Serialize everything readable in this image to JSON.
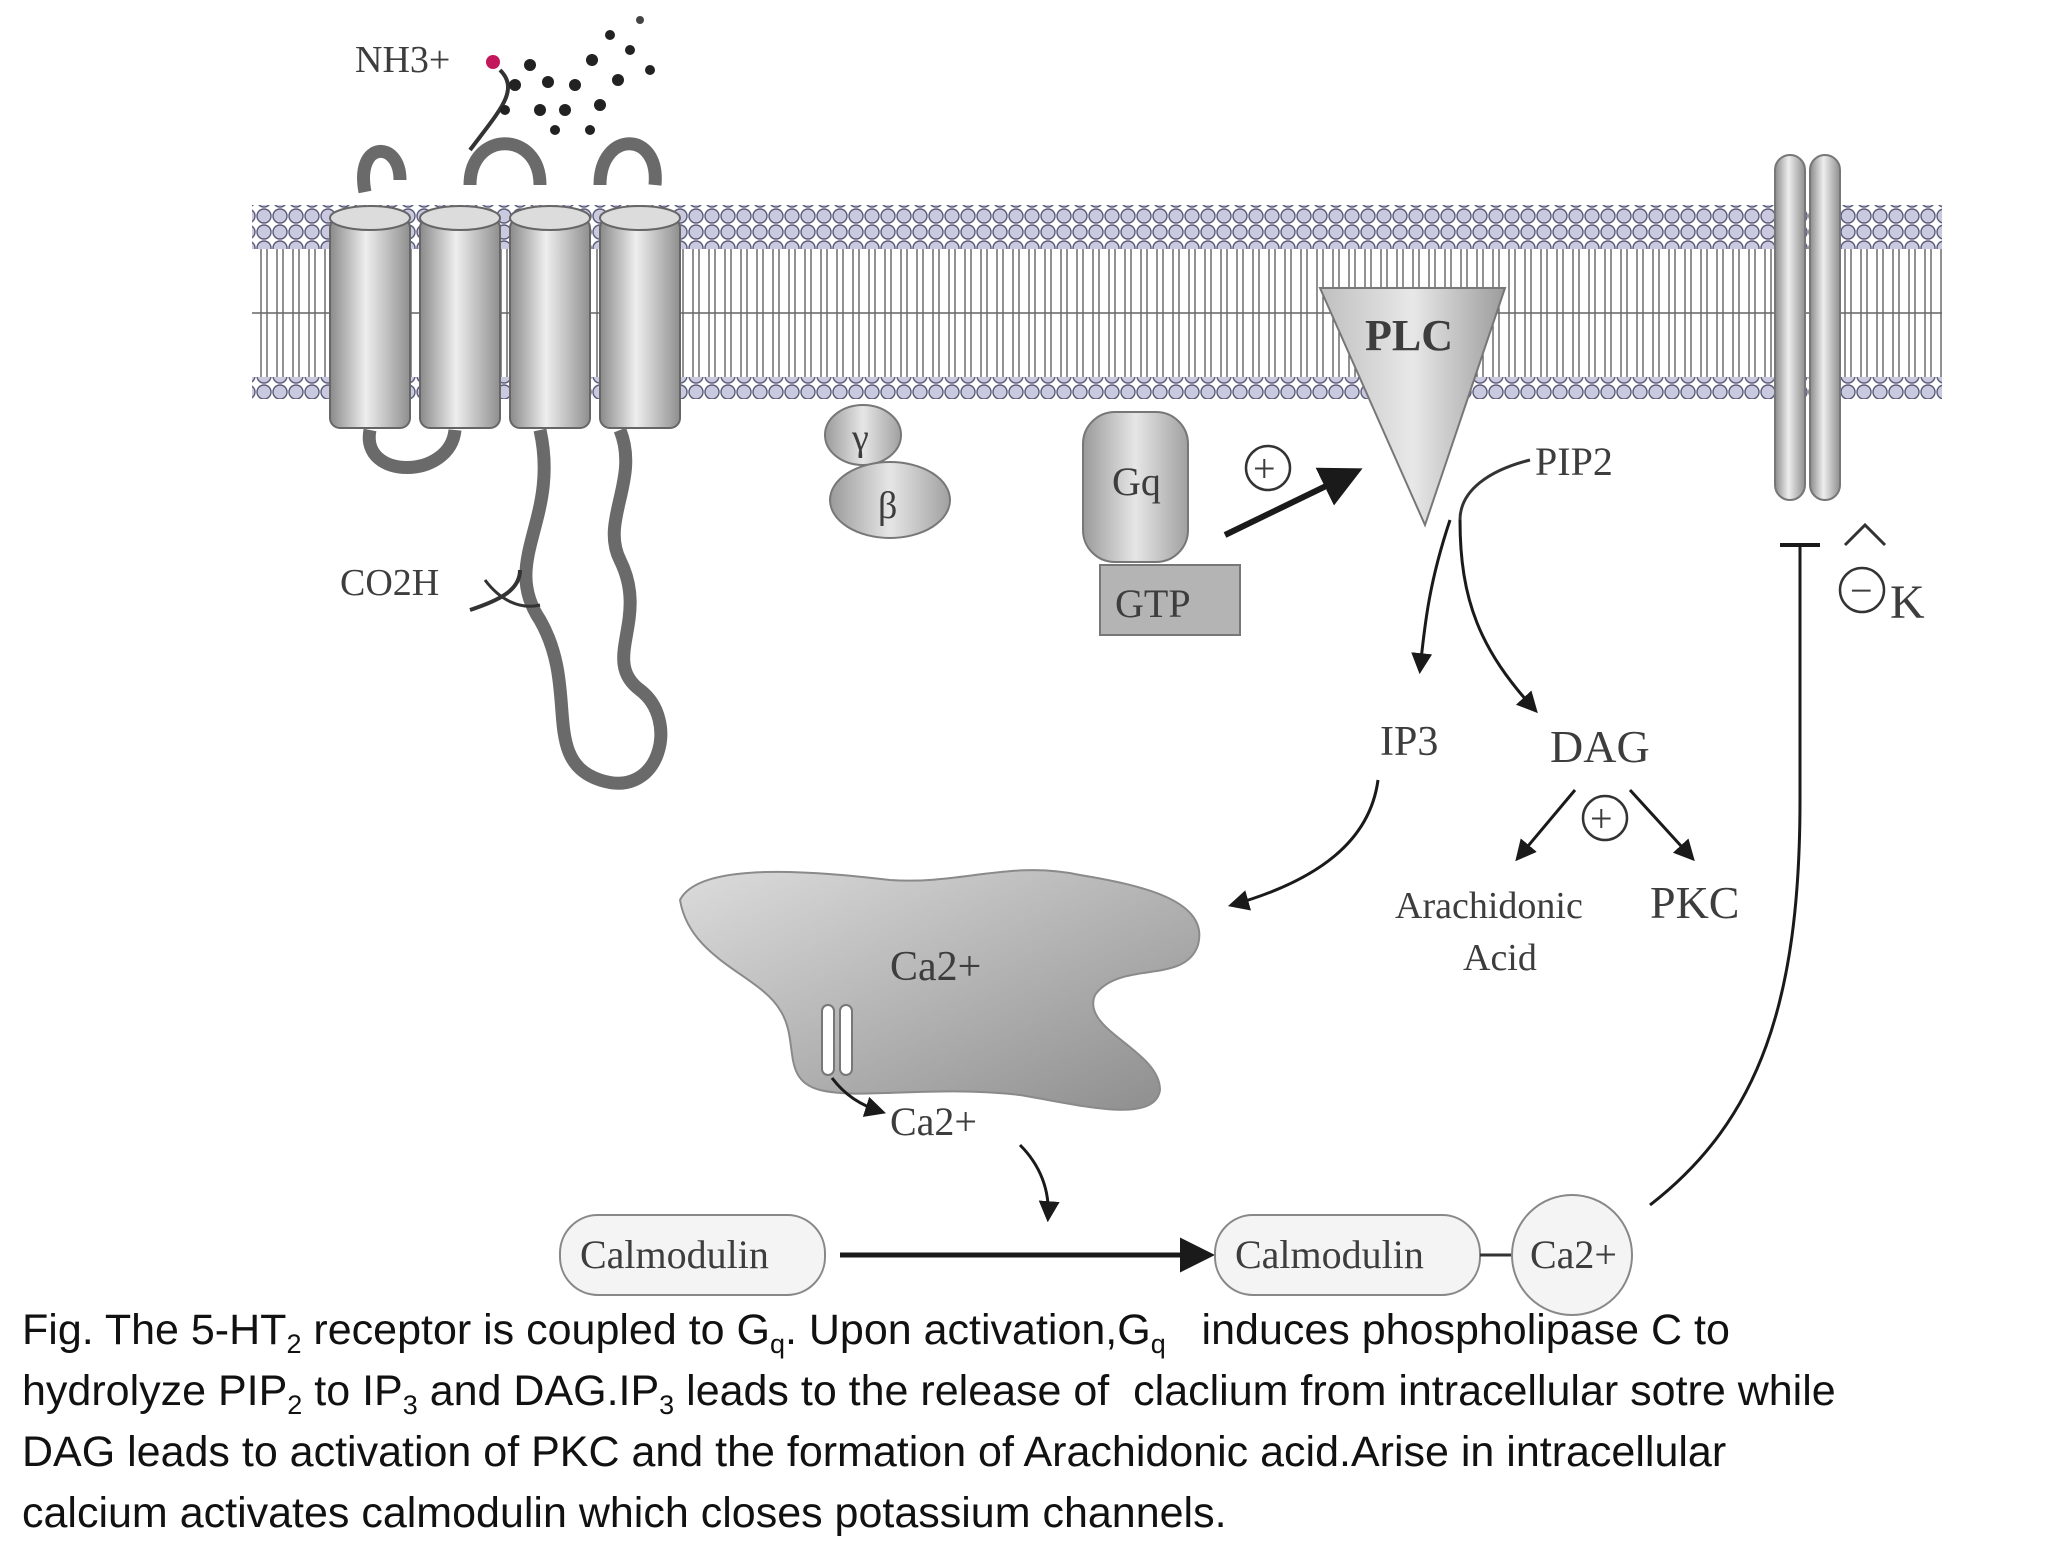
{
  "diagram": {
    "labels": {
      "nh3": "NH3+",
      "co2h": "CO2H",
      "gamma": "γ",
      "beta": "β",
      "gq": "Gq",
      "gtp": "GTP",
      "plus_gq": "+",
      "plc": "PLC",
      "pip2": "PIP2",
      "ip3": "IP3",
      "dag": "DAG",
      "plus_dag": "+",
      "arachidonic_1": "Arachidonic",
      "arachidonic_2": "Acid",
      "pkc": "PKC",
      "ca_store": "Ca2+",
      "ca_released": "Ca2+",
      "calmodulin_inactive": "Calmodulin",
      "calmodulin_active": "Calmodulin",
      "ca_bound": "Ca2+",
      "minus": "−",
      "k": "K"
    }
  },
  "caption": {
    "lines": [
      "Fig. The 5-HT2 receptor is coupled to Gq. Upon activation,Gq   induces phospholipase C to",
      "hydrolyze PIP2 to IP3 and DAG.IP3 leads to the release of  claclium from intracellular sotre while",
      "DAG leads to activation of PKC and the formation of Arachidonic acid.Arise in intracellular",
      "calcium activates calmodulin which closes potassium channels."
    ]
  }
}
